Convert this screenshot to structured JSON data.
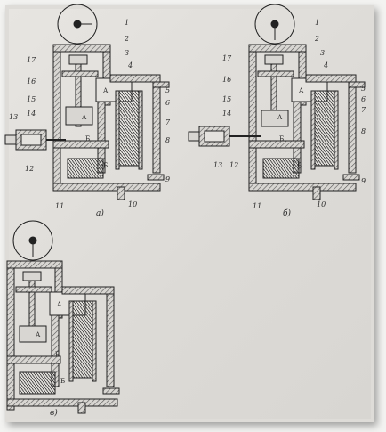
{
  "figure": {
    "captions": {
      "a": "а)",
      "b": "б)",
      "v": "в)"
    },
    "chambers": {
      "A": "А",
      "B": "Б"
    },
    "part_labels_a": [
      "1",
      "2",
      "3",
      "4",
      "5",
      "6",
      "7",
      "8",
      "9",
      "10",
      "11",
      "12",
      "13",
      "14",
      "15",
      "16",
      "17"
    ],
    "part_labels_b": [
      "1",
      "2",
      "3",
      "4",
      "5",
      "6",
      "7",
      "8",
      "9",
      "10",
      "11",
      "12",
      "13",
      "14",
      "15",
      "16",
      "17"
    ]
  }
}
